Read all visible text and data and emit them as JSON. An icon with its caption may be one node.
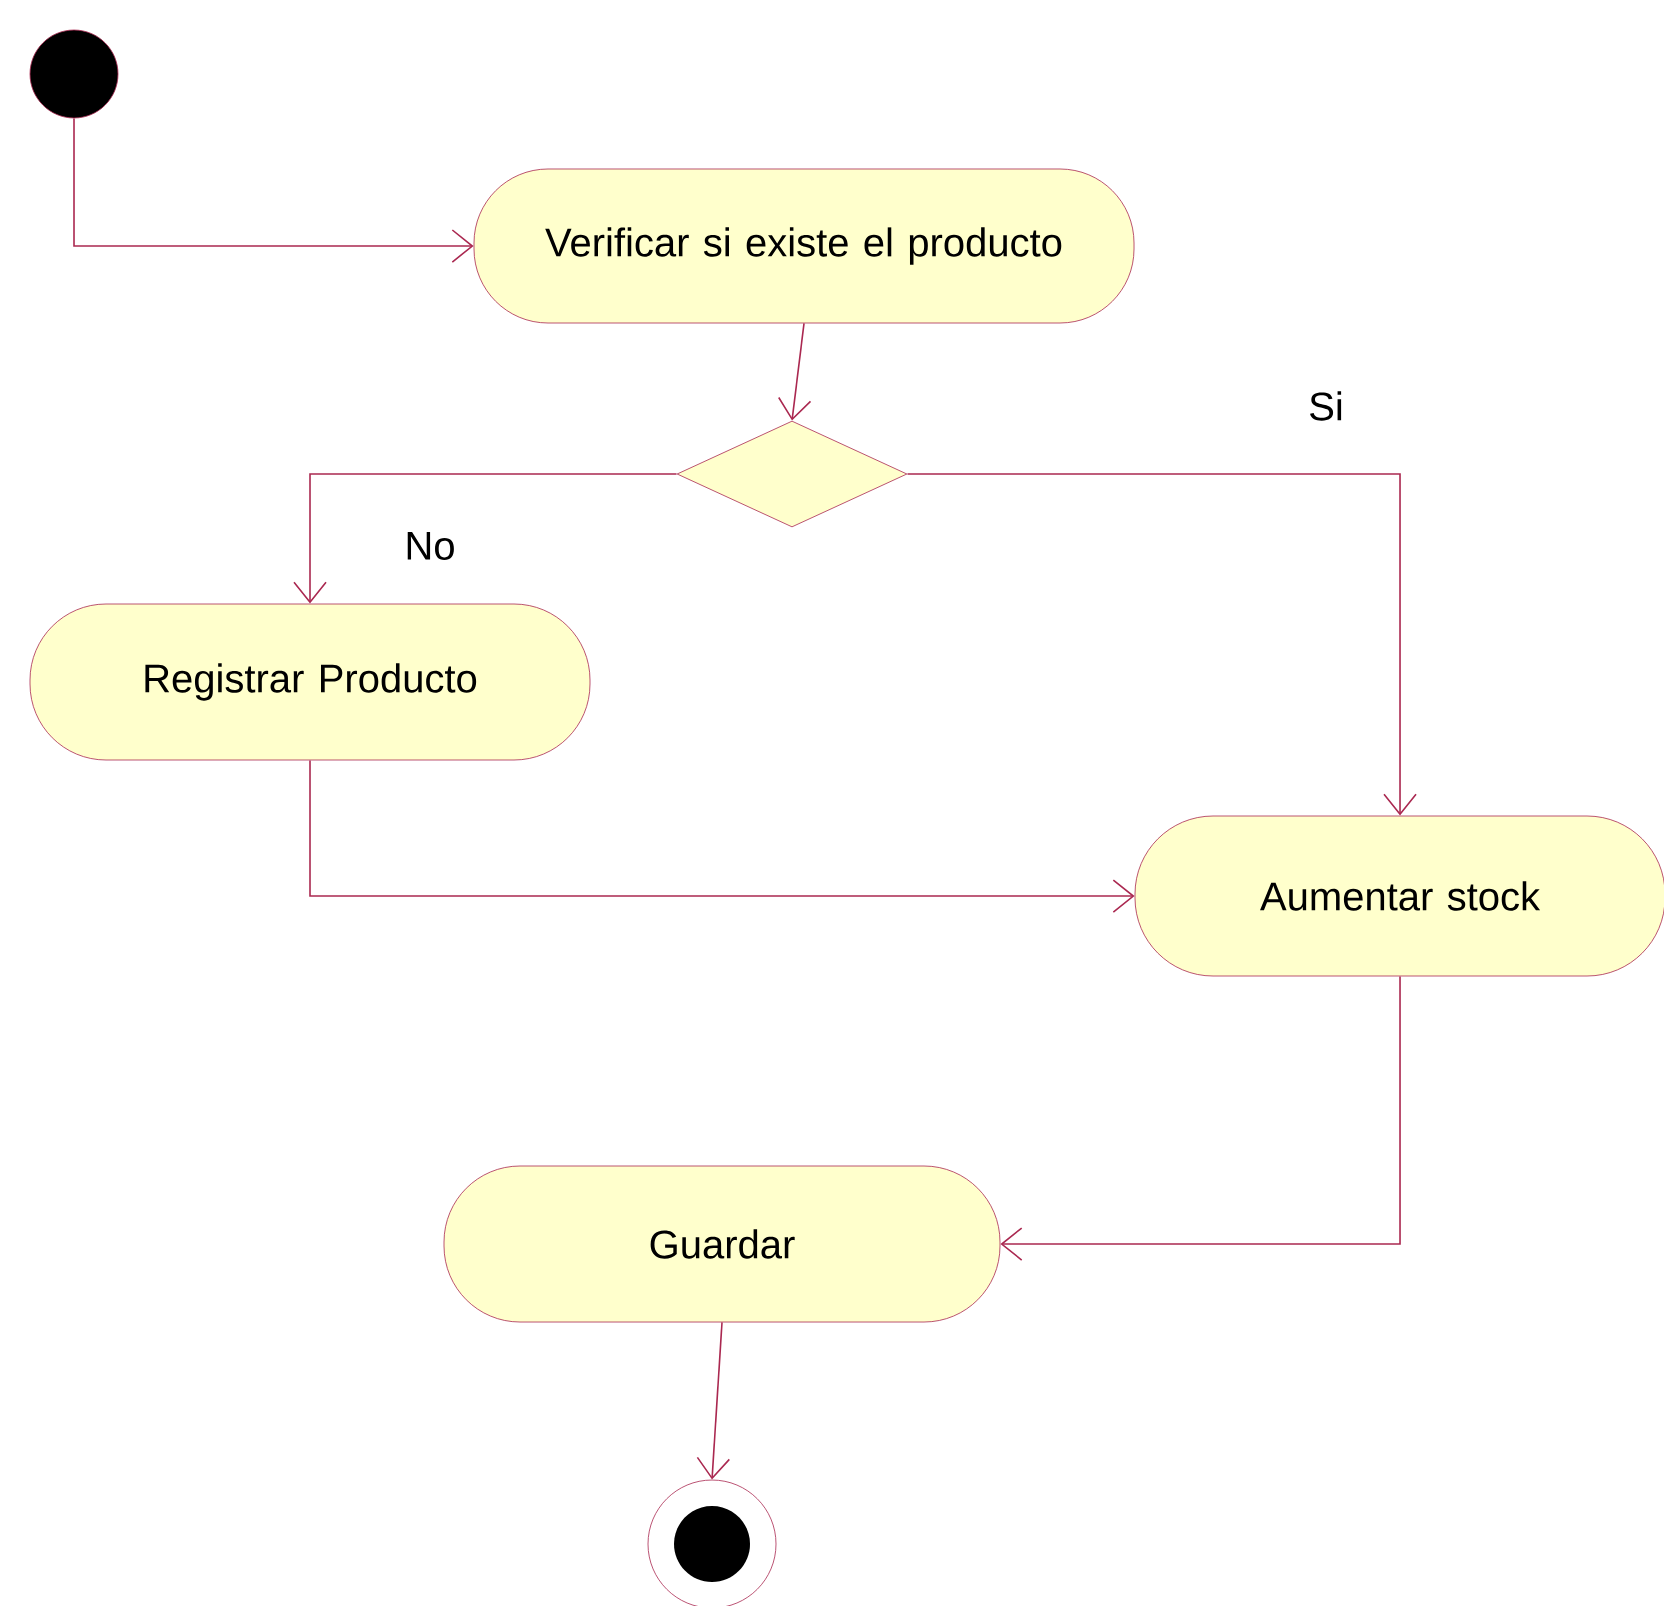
{
  "diagram": {
    "nodes": [
      {
        "text": [],
        "shape": "circle"
      },
      {
        "text": [
          "Verificar si existe el producto"
        ]
      },
      {
        "text": [],
        "shape": "diamond"
      },
      {
        "text": [
          "Registrar Producto"
        ]
      },
      {
        "text": [
          "Aumentar stock"
        ]
      },
      {
        "text": [
          "Guardar"
        ]
      },
      {
        "text": [],
        "shape": "bullseye"
      }
    ],
    "edges": [
      {
        "from": 0,
        "to": 1,
        "arrow": "to"
      },
      {
        "from": 1,
        "to": 2,
        "arrow": "to"
      },
      {
        "from": 2,
        "to": 3,
        "arrow": "to",
        "label": "No"
      },
      {
        "from": 2,
        "to": 4,
        "arrow": "to",
        "label": "Si"
      },
      {
        "from": 3,
        "to": 4,
        "arrow": "to"
      },
      {
        "from": 4,
        "to": 5,
        "arrow": "to"
      },
      {
        "from": 5,
        "to": 6,
        "arrow": "to"
      }
    ]
  }
}
